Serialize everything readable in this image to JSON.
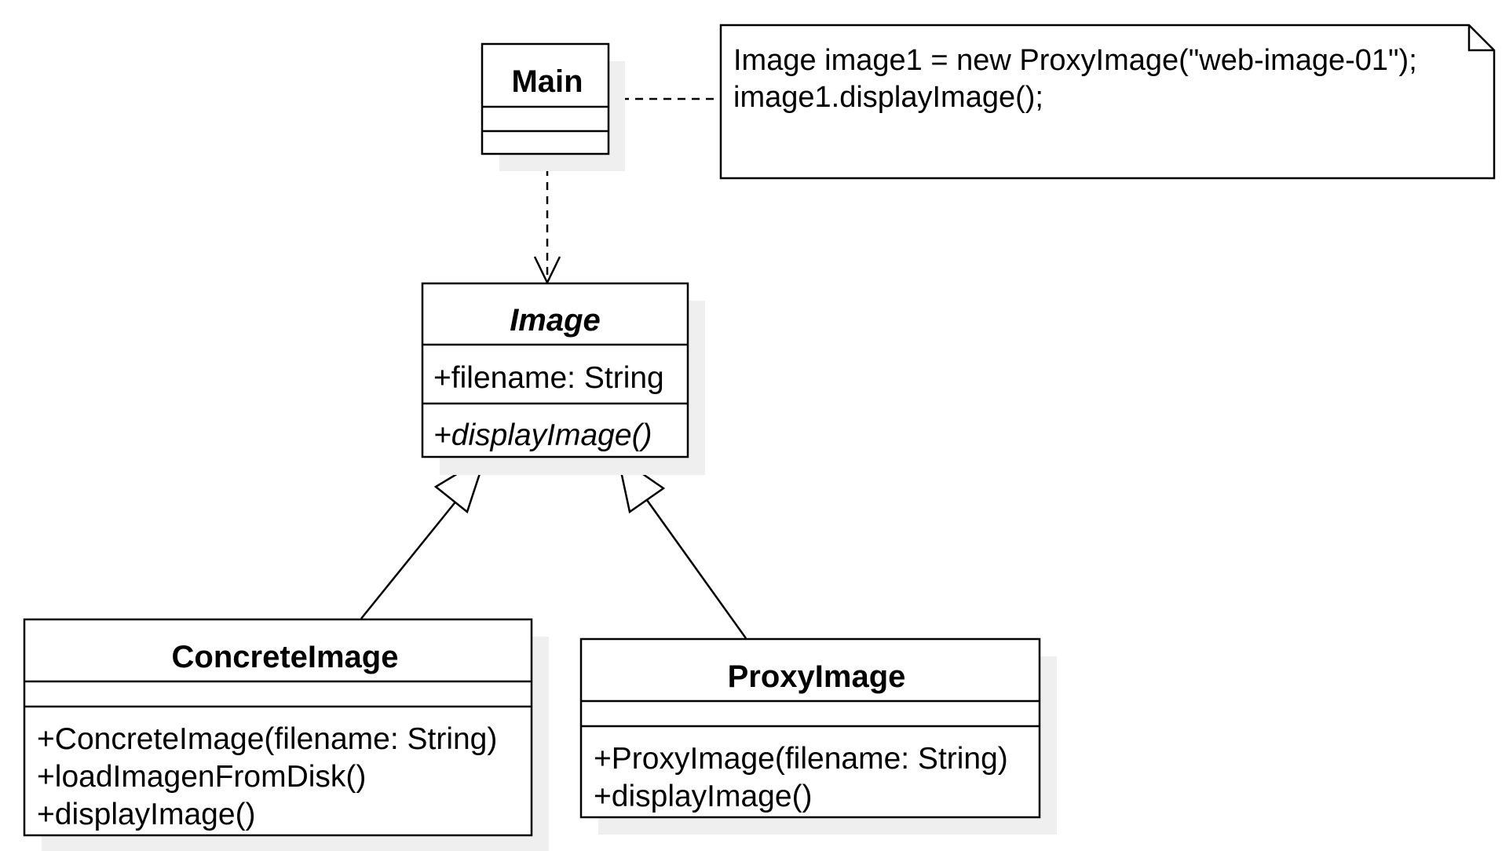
{
  "diagram": {
    "type": "uml-class-diagram",
    "classes": {
      "main": {
        "name": "Main",
        "attributes": [],
        "methods": []
      },
      "image": {
        "name": "Image",
        "abstract": true,
        "attributes": [
          "+filename: String"
        ],
        "methods": [
          "+displayImage()"
        ]
      },
      "concrete_image": {
        "name": "ConcreteImage",
        "attributes": [],
        "methods": [
          "+ConcreteImage(filename: String)",
          "+loadImagenFromDisk()",
          "+displayImage()"
        ]
      },
      "proxy_image": {
        "name": "ProxyImage",
        "attributes": [],
        "methods": [
          "+ProxyImage(filename: String)",
          "+displayImage()"
        ]
      }
    },
    "note": {
      "lines": [
        "Image image1 = new ProxyImage(\"web-image-01\");",
        "image1.displayImage();"
      ]
    },
    "relationships": [
      {
        "kind": "dependency",
        "from": "Main",
        "to": "Image"
      },
      {
        "kind": "generalization",
        "from": "ConcreteImage",
        "to": "Image"
      },
      {
        "kind": "generalization",
        "from": "ProxyImage",
        "to": "Image"
      },
      {
        "kind": "note-anchor",
        "from": "Main",
        "to": "note"
      }
    ]
  }
}
